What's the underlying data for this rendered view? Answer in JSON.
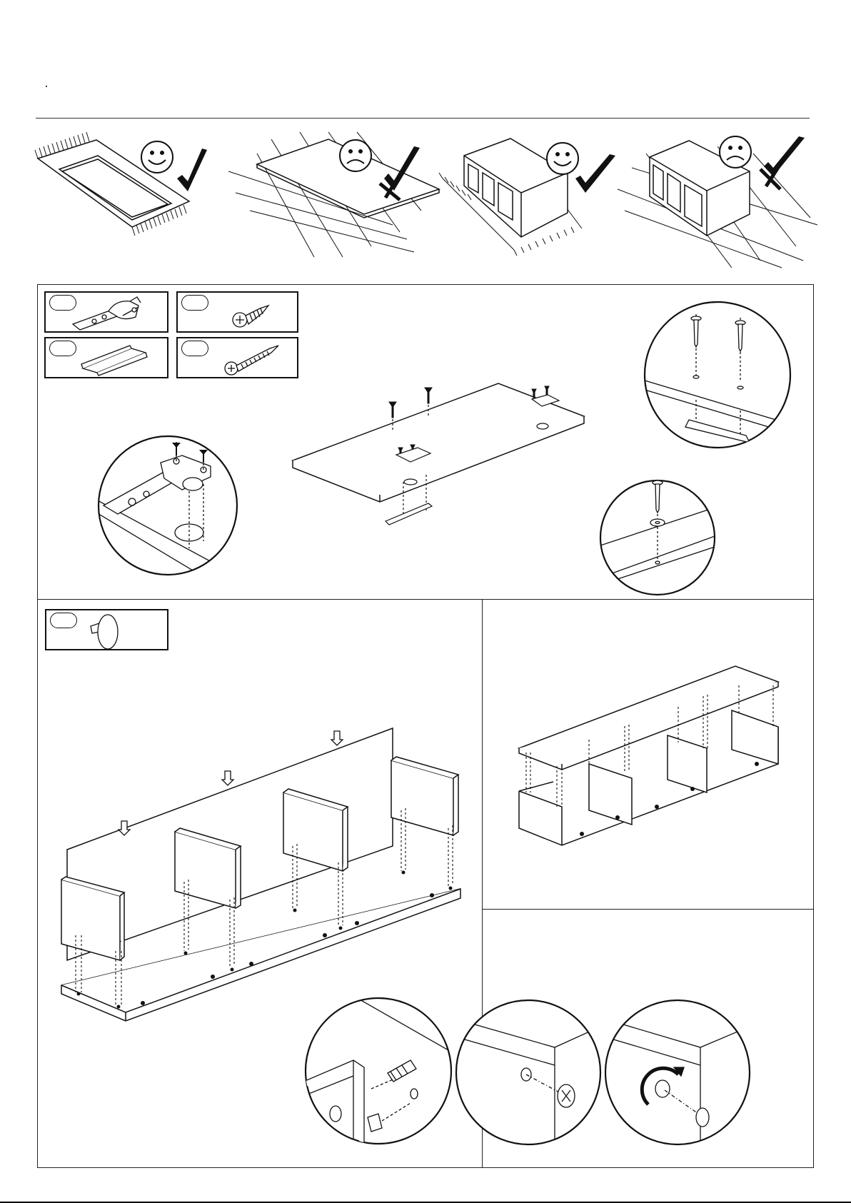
{
  "page": {
    "title": "",
    "stroke_color": "#111111",
    "background_color": "#ffffff"
  },
  "tips": [
    {
      "icon": "smiley-face-icon",
      "verdict": "check-mark-icon",
      "state": "correct"
    },
    {
      "icon": "frowning-face-icon",
      "verdict": "cross-mark-icon",
      "state": "wrong"
    },
    {
      "icon": "smiley-face-icon",
      "verdict": "check-mark-icon",
      "state": "correct"
    },
    {
      "icon": "frowning-face-icon",
      "verdict": "cross-mark-icon",
      "state": "wrong"
    }
  ],
  "step_a": {
    "parts": [
      {
        "id": "",
        "icon": "hinge-icon"
      },
      {
        "id": "",
        "icon": "short-screw-icon"
      },
      {
        "id": "",
        "icon": "handle-profile-icon"
      },
      {
        "id": "",
        "icon": "long-screw-icon"
      }
    ]
  },
  "step_b": {
    "parts": [
      {
        "id": "",
        "icon": "cam-lock-cap-icon"
      }
    ]
  }
}
